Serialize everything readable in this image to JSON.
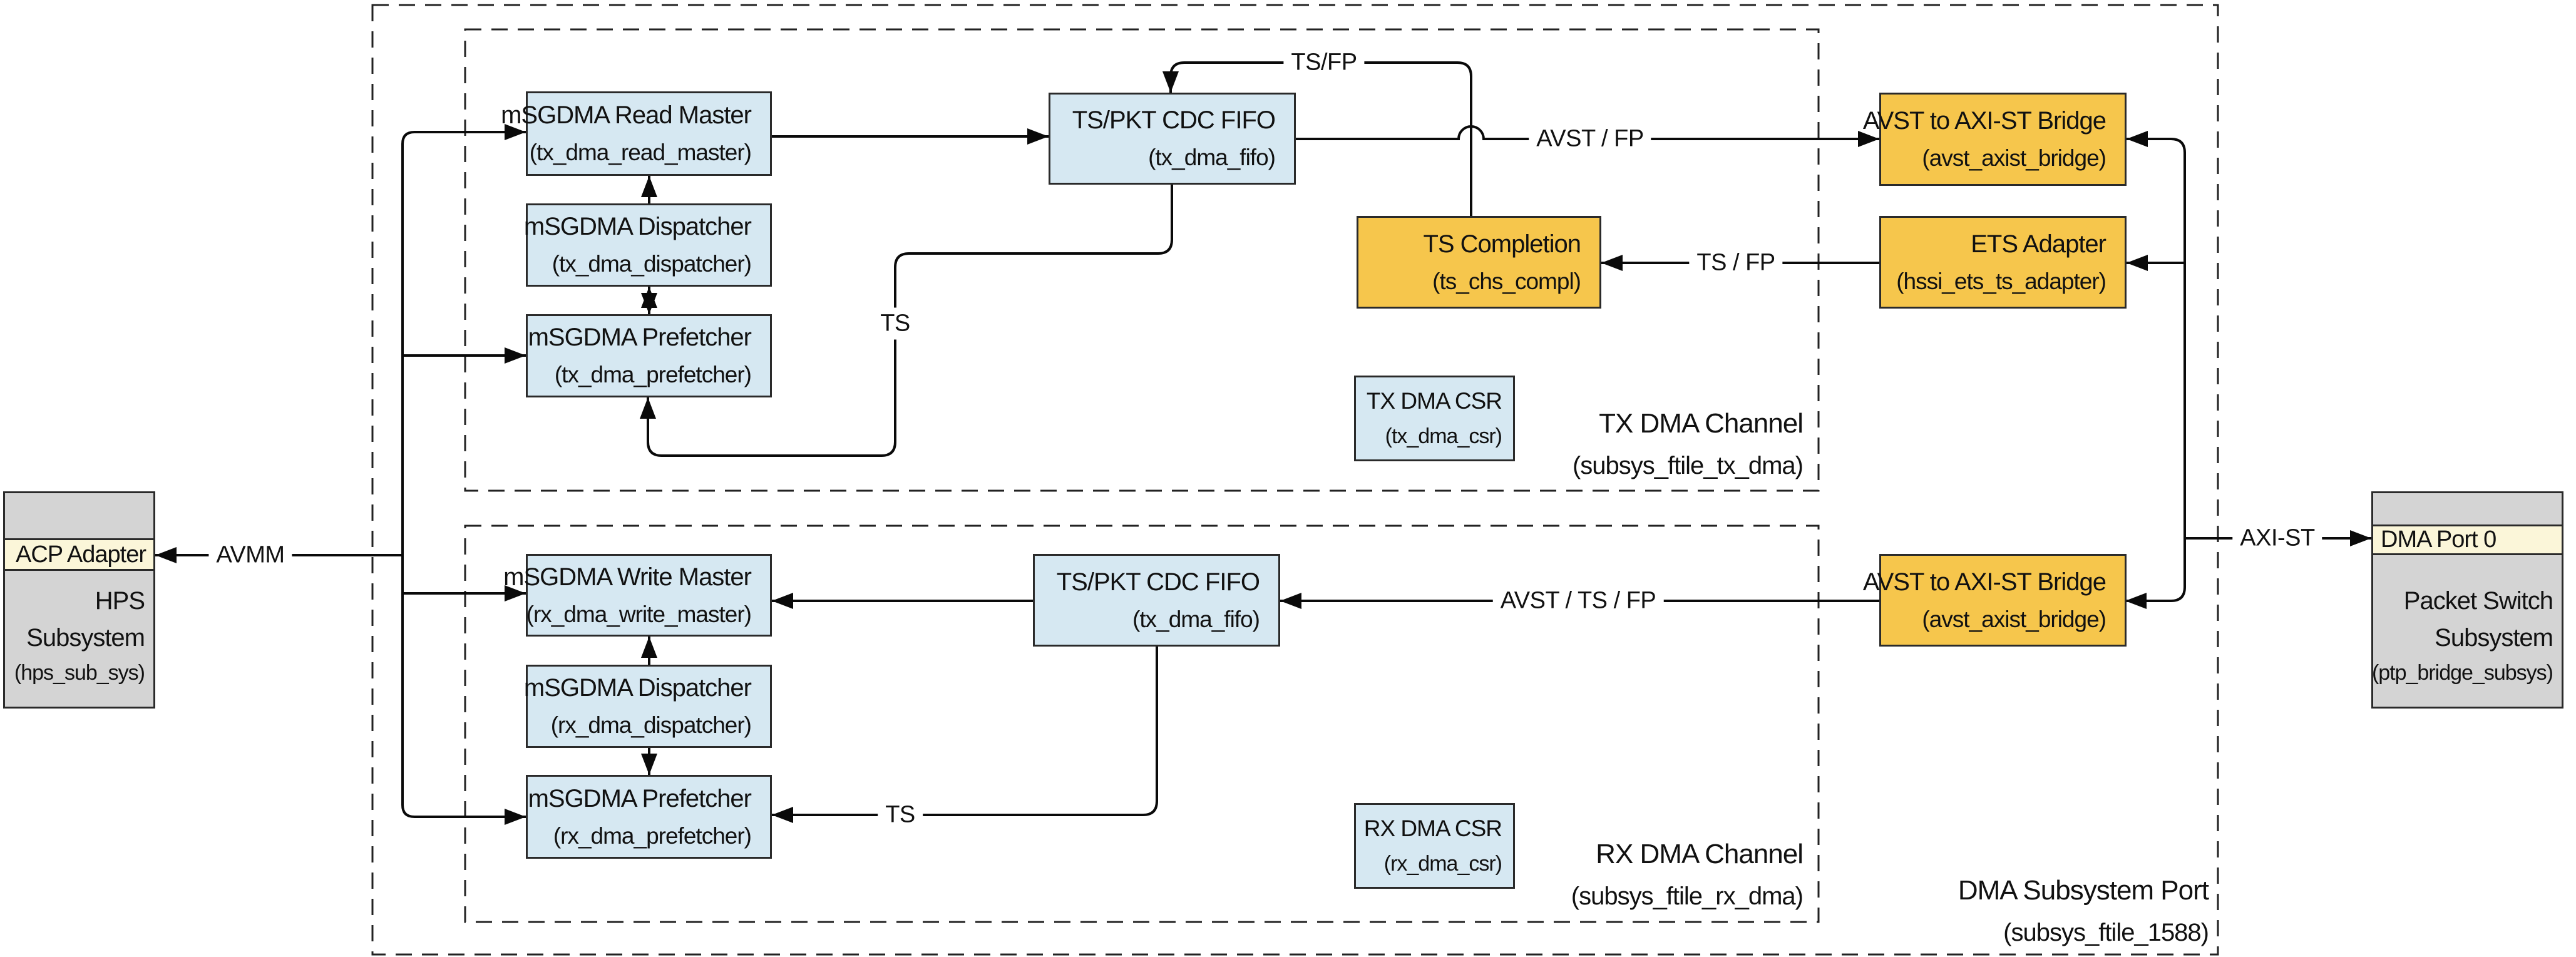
{
  "diagram_title": "DMA Subsystem Port block diagram",
  "groups": {
    "outer": {
      "title": "DMA Subsystem Port",
      "subtitle": "(subsys_ftile_1588)"
    },
    "tx": {
      "title": "TX DMA Channel",
      "subtitle": "(subsys_ftile_tx_dma)"
    },
    "rx": {
      "title": "RX DMA Channel",
      "subtitle": "(subsys_ftile_rx_dma)"
    }
  },
  "blocks": {
    "tx_read_master": {
      "title": "mSGDMA Read Master",
      "subtitle": "(tx_dma_read_master)"
    },
    "tx_dispatcher": {
      "title": "mSGDMA Dispatcher",
      "subtitle": "(tx_dma_dispatcher)"
    },
    "tx_prefetcher": {
      "title": "mSGDMA Prefetcher",
      "subtitle": "(tx_dma_prefetcher)"
    },
    "tx_fifo": {
      "title": "TS/PKT CDC FIFO",
      "subtitle": "(tx_dma_fifo)"
    },
    "ts_completion": {
      "title": "TS Completion",
      "subtitle": "(ts_chs_compl)"
    },
    "tx_csr": {
      "title": "TX DMA CSR",
      "subtitle": "(tx_dma_csr)"
    },
    "bridge_tx": {
      "title": "AVST to AXI-ST Bridge",
      "subtitle": "(avst_axist_bridge)"
    },
    "ets_adapter": {
      "title": "ETS Adapter",
      "subtitle": "(hssi_ets_ts_adapter)"
    },
    "rx_write_master": {
      "title": "mSGDMA Write Master",
      "subtitle": "(rx_dma_write_master)"
    },
    "rx_dispatcher": {
      "title": "mSGDMA Dispatcher",
      "subtitle": "(rx_dma_dispatcher)"
    },
    "rx_prefetcher": {
      "title": "mSGDMA Prefetcher",
      "subtitle": "(rx_dma_prefetcher)"
    },
    "rx_fifo": {
      "title": "TS/PKT CDC FIFO",
      "subtitle": "(tx_dma_fifo)"
    },
    "rx_csr": {
      "title": "RX DMA CSR",
      "subtitle": "(rx_dma_csr)"
    },
    "bridge_rx": {
      "title": "AVST to AXI-ST Bridge",
      "subtitle": "(avst_axist_bridge)"
    },
    "hps": {
      "port_label": "ACP Adapter",
      "line1": "HPS",
      "line2": "Subsystem",
      "line3": "(hps_sub_sys)"
    },
    "pss": {
      "port_label": "DMA Port 0",
      "line1": "Packet Switch",
      "line2": "Subsystem",
      "line3": "(ptp_bridge_subsys)"
    }
  },
  "wire_labels": {
    "ts_fp_top": "TS/FP",
    "avst_fp": "AVST / FP",
    "ts_fp_mid": "TS / FP",
    "ts_tx": "TS",
    "avmm": "AVMM",
    "avst_ts_fp": "AVST / TS / FP",
    "ts_rx": "TS",
    "axi_st": "AXI-ST"
  },
  "colors": {
    "block_blue": "#d6e8f2",
    "block_orange": "#f6c64c",
    "block_gray": "#d4d4d4",
    "band_yellow": "#fbf6d9",
    "line": "#0a0a0a"
  }
}
